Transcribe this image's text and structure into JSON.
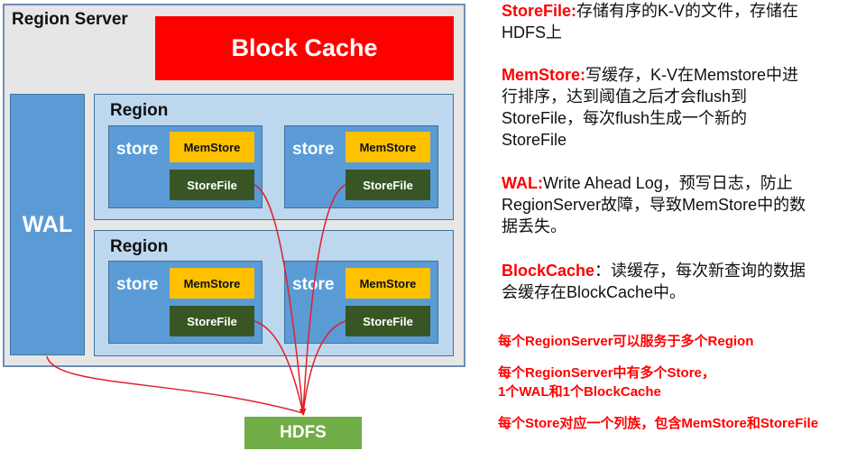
{
  "diagram": {
    "region_server": {
      "title": "Region Server"
    },
    "block_cache": {
      "label": "Block Cache"
    },
    "wal": {
      "label": "WAL"
    },
    "regions": [
      {
        "title": "Region",
        "stores": [
          {
            "label": "store",
            "memstore": "MemStore",
            "storefile": "StoreFile"
          },
          {
            "label": "store",
            "memstore": "MemStore",
            "storefile": "StoreFile"
          }
        ]
      },
      {
        "title": "Region",
        "stores": [
          {
            "label": "store",
            "memstore": "MemStore",
            "storefile": "StoreFile"
          },
          {
            "label": "store",
            "memstore": "MemStore",
            "storefile": "StoreFile"
          }
        ]
      }
    ],
    "hdfs": {
      "label": "HDFS"
    },
    "colors": {
      "block_cache": "#ff0000",
      "wal": "#5b9bd5",
      "region": "#bdd7ee",
      "store": "#5b9bd5",
      "memstore": "#ffc000",
      "storefile": "#375623",
      "hdfs": "#70ad47",
      "arrow": "#ff0000"
    }
  },
  "notes": [
    {
      "key": "StoreFile:",
      "lines": [
        "存储有序的K-V的文件，存储在",
        "HDFS上"
      ]
    },
    {
      "key": "MemStore:",
      "lines": [
        "写缓存，K-V在Memstore中进",
        "行排序，达到阈值之后才会flush到",
        "StoreFile，每次flush生成一个新的",
        "StoreFile"
      ]
    },
    {
      "key": "WAL:",
      "lines": [
        "Write Ahead Log，预写日志，防止",
        "RegionServer故障，导致MemStore中的数",
        "据丢失。"
      ]
    },
    {
      "key": "BlockCache",
      "lines": [
        "：读缓存，每次新查询的数据",
        "会缓存在BlockCache中。"
      ]
    }
  ],
  "red_notes": [
    [
      "每个RegionServer可以服务于多个Region"
    ],
    [
      "每个RegionServer中有多个Store，",
      "1个WAL和1个BlockCache"
    ],
    [
      "每个Store对应一个列族，包含MemStore和StoreFile"
    ]
  ]
}
